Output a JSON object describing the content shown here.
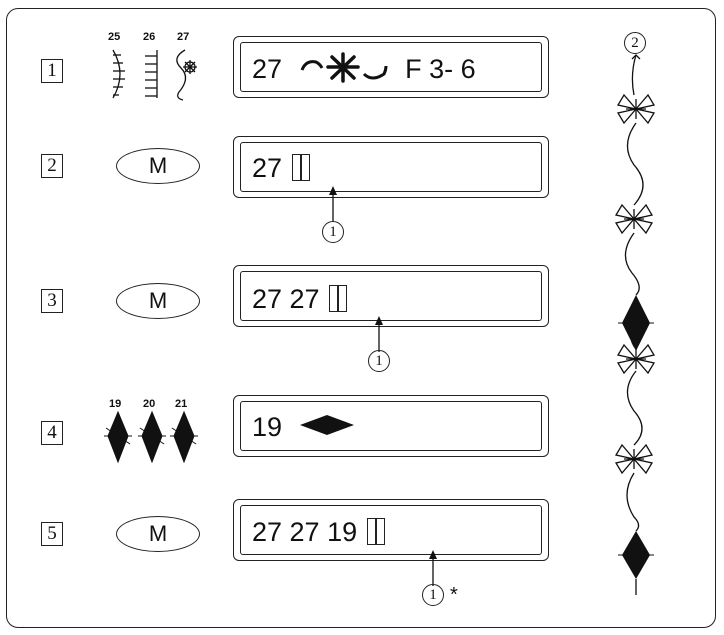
{
  "steps": [
    {
      "num": "1",
      "pattern_numbers": [
        "25",
        "26",
        "27"
      ],
      "display": "27",
      "display_suffix": "F 3- 6"
    },
    {
      "num": "2",
      "button": "M",
      "display": "27",
      "pointer": "1"
    },
    {
      "num": "3",
      "button": "M",
      "display": "27 27",
      "pointer": "1"
    },
    {
      "num": "4",
      "pattern_numbers": [
        "19",
        "20",
        "21"
      ],
      "display": "19"
    },
    {
      "num": "5",
      "button": "M",
      "display": "27 27 19",
      "pointer": "1",
      "pointer_note": "*"
    }
  ],
  "sample_label": "2",
  "icons": {
    "stitch_25": "arc-stitch-icon",
    "stitch_26": "ladder-stitch-icon",
    "stitch_27": "flower-stitch-icon",
    "stitch_diamond": "diamond-stitch-icon",
    "cursor": "cursor-icon"
  }
}
